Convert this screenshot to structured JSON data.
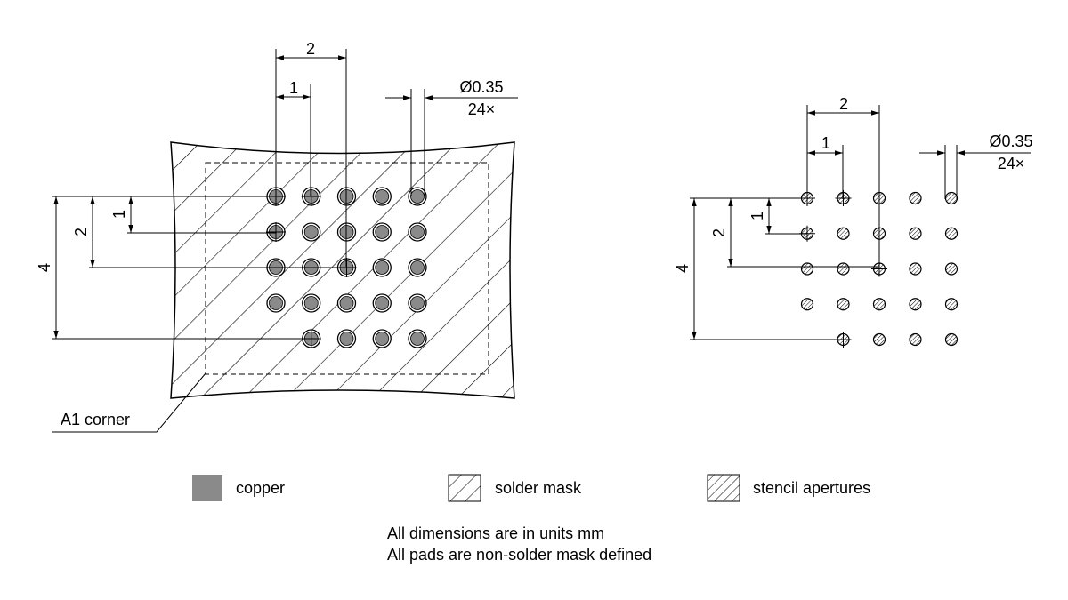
{
  "left_view": {
    "dim_pitch_2": "2",
    "dim_pitch_1": "1",
    "pad_diameter": "Ø0.35",
    "pad_count": "24×",
    "dim_left_1": "1",
    "dim_left_2": "2",
    "dim_left_4": "4",
    "corner_label": "A1 corner"
  },
  "right_view": {
    "dim_pitch_2": "2",
    "dim_pitch_1": "1",
    "pad_diameter": "Ø0.35",
    "pad_count": "24×",
    "dim_left_1": "1",
    "dim_left_2": "2",
    "dim_left_4": "4"
  },
  "legend": {
    "copper": "copper",
    "solder_mask": "solder mask",
    "stencil": "stencil apertures"
  },
  "notes": {
    "line1": "All dimensions are in units mm",
    "line2": "All pads are non-solder mask defined"
  },
  "colors": {
    "copper": "#8a8a8a",
    "line": "#000000",
    "background": "#ffffff"
  }
}
